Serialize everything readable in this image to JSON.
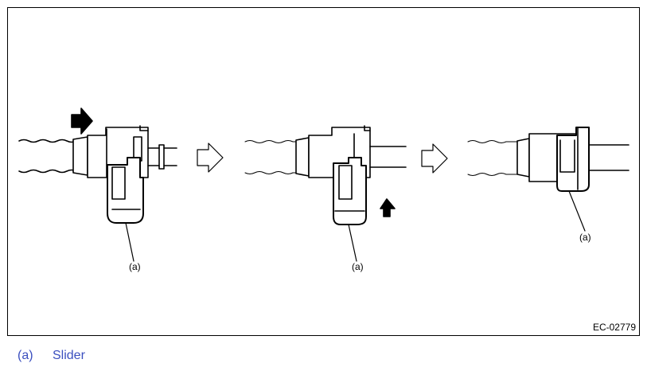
{
  "figure": {
    "callouts": [
      "(a)",
      "(a)",
      "(a)"
    ],
    "code": "EC-02779"
  },
  "legend": [
    {
      "key": "(a)",
      "label": "Slider"
    }
  ]
}
